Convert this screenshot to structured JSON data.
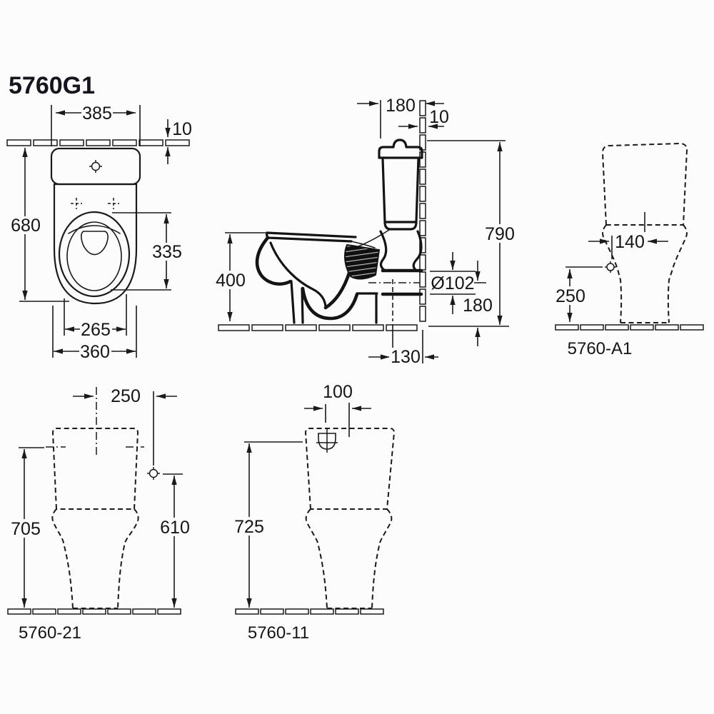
{
  "title": "5760G1",
  "views": {
    "top": {
      "dim_cistern_width": "385",
      "dim_wall": "10",
      "dim_depth": "680",
      "dim_bowl_length": "335",
      "dim_seat_width": "265",
      "dim_body_width": "360"
    },
    "side": {
      "dim_cistern_depth": "180",
      "dim_wall": "10",
      "dim_total_height": "790",
      "dim_rim_height": "400",
      "dim_outlet_diameter": "Ø102",
      "dim_outlet_center_height": "180",
      "dim_outlet_wall_distance": "130"
    },
    "a1": {
      "label": "5760-A1",
      "dim_supply_offset": "140",
      "dim_supply_height": "250"
    },
    "v21": {
      "label": "5760-21",
      "dim_supply_offset": "250",
      "dim_height": "705",
      "dim_supply_height": "610"
    },
    "v11": {
      "label": "5760-11",
      "dim_inlet_offset": "100",
      "dim_inlet_height": "725"
    }
  }
}
